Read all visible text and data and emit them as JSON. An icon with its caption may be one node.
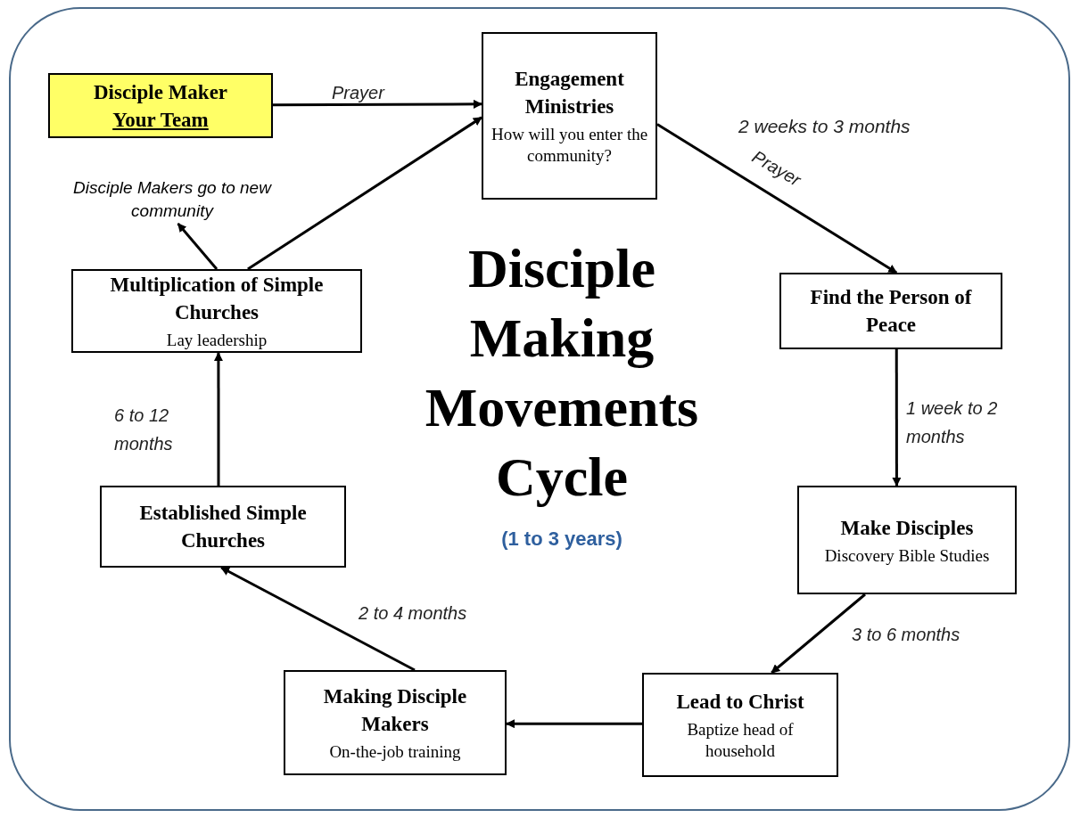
{
  "diagram": {
    "title": "Disciple Making Movements Cycle",
    "nodes": [
      {
        "text": [
          "Disciple Maker",
          "Your Team"
        ]
      },
      {
        "text": [
          "Engagement Ministries",
          "How will you enter the community?"
        ]
      },
      {
        "text": [
          "Find the Person of Peace"
        ]
      },
      {
        "text": [
          "Make Disciples",
          "Discovery Bible Studies"
        ]
      },
      {
        "text": [
          "Lead to Christ",
          "Baptize head of household"
        ]
      },
      {
        "text": [
          "Making Disciple Makers",
          "On-the-job training"
        ]
      },
      {
        "text": [
          "Established Simple Churches"
        ]
      },
      {
        "text": [
          "Multiplication of Simple Churches",
          "Lay leadership"
        ]
      },
      {
        "text": [
          "Disciple Makers go to new community"
        ]
      }
    ],
    "edges": [
      {
        "from": 0,
        "to": 1,
        "arrow": "to",
        "label": "Prayer"
      },
      {
        "from": 1,
        "to": 2,
        "arrow": "to",
        "label": "Prayer"
      },
      {
        "from": 2,
        "to": 3,
        "arrow": "to",
        "label": "1 week to 2 months"
      },
      {
        "from": 3,
        "to": 4,
        "arrow": "to",
        "label": "3 to 6 months"
      },
      {
        "from": 4,
        "to": 5,
        "arrow": "to"
      },
      {
        "from": 5,
        "to": 6,
        "arrow": "to",
        "label": "2 to 4 months"
      },
      {
        "from": 6,
        "to": 7,
        "arrow": "to",
        "label": "6 to 12 months"
      },
      {
        "from": 7,
        "to": 1,
        "arrow": "to"
      },
      {
        "from": 7,
        "to": 8,
        "arrow": "to"
      }
    ],
    "labels": [
      "2 weeks to 3 months",
      "(1 to 3 years)"
    ]
  }
}
